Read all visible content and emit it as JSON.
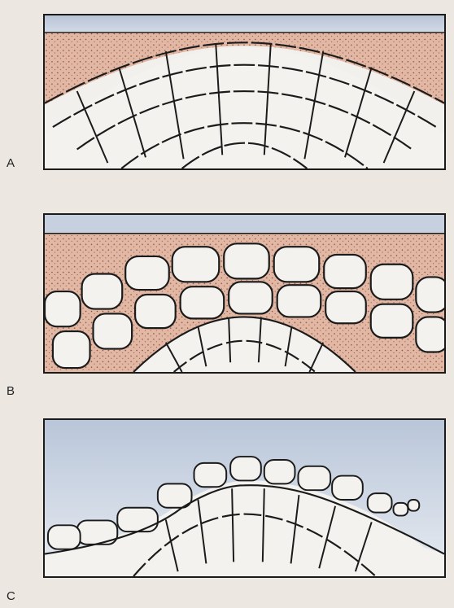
{
  "panels": [
    {
      "id": "A",
      "label": "A"
    },
    {
      "id": "B",
      "label": "B"
    },
    {
      "id": "C",
      "label": "C"
    }
  ],
  "colors": {
    "page_background": "#ece8e1",
    "outline": "#1b1b1b",
    "sky_band": "#c6d0de",
    "sediment": "#e2b7a3",
    "stone_fill": "#f3f1ee",
    "stone_shadow": "#cfc9c4",
    "sky_c": "#cfd8e6"
  }
}
